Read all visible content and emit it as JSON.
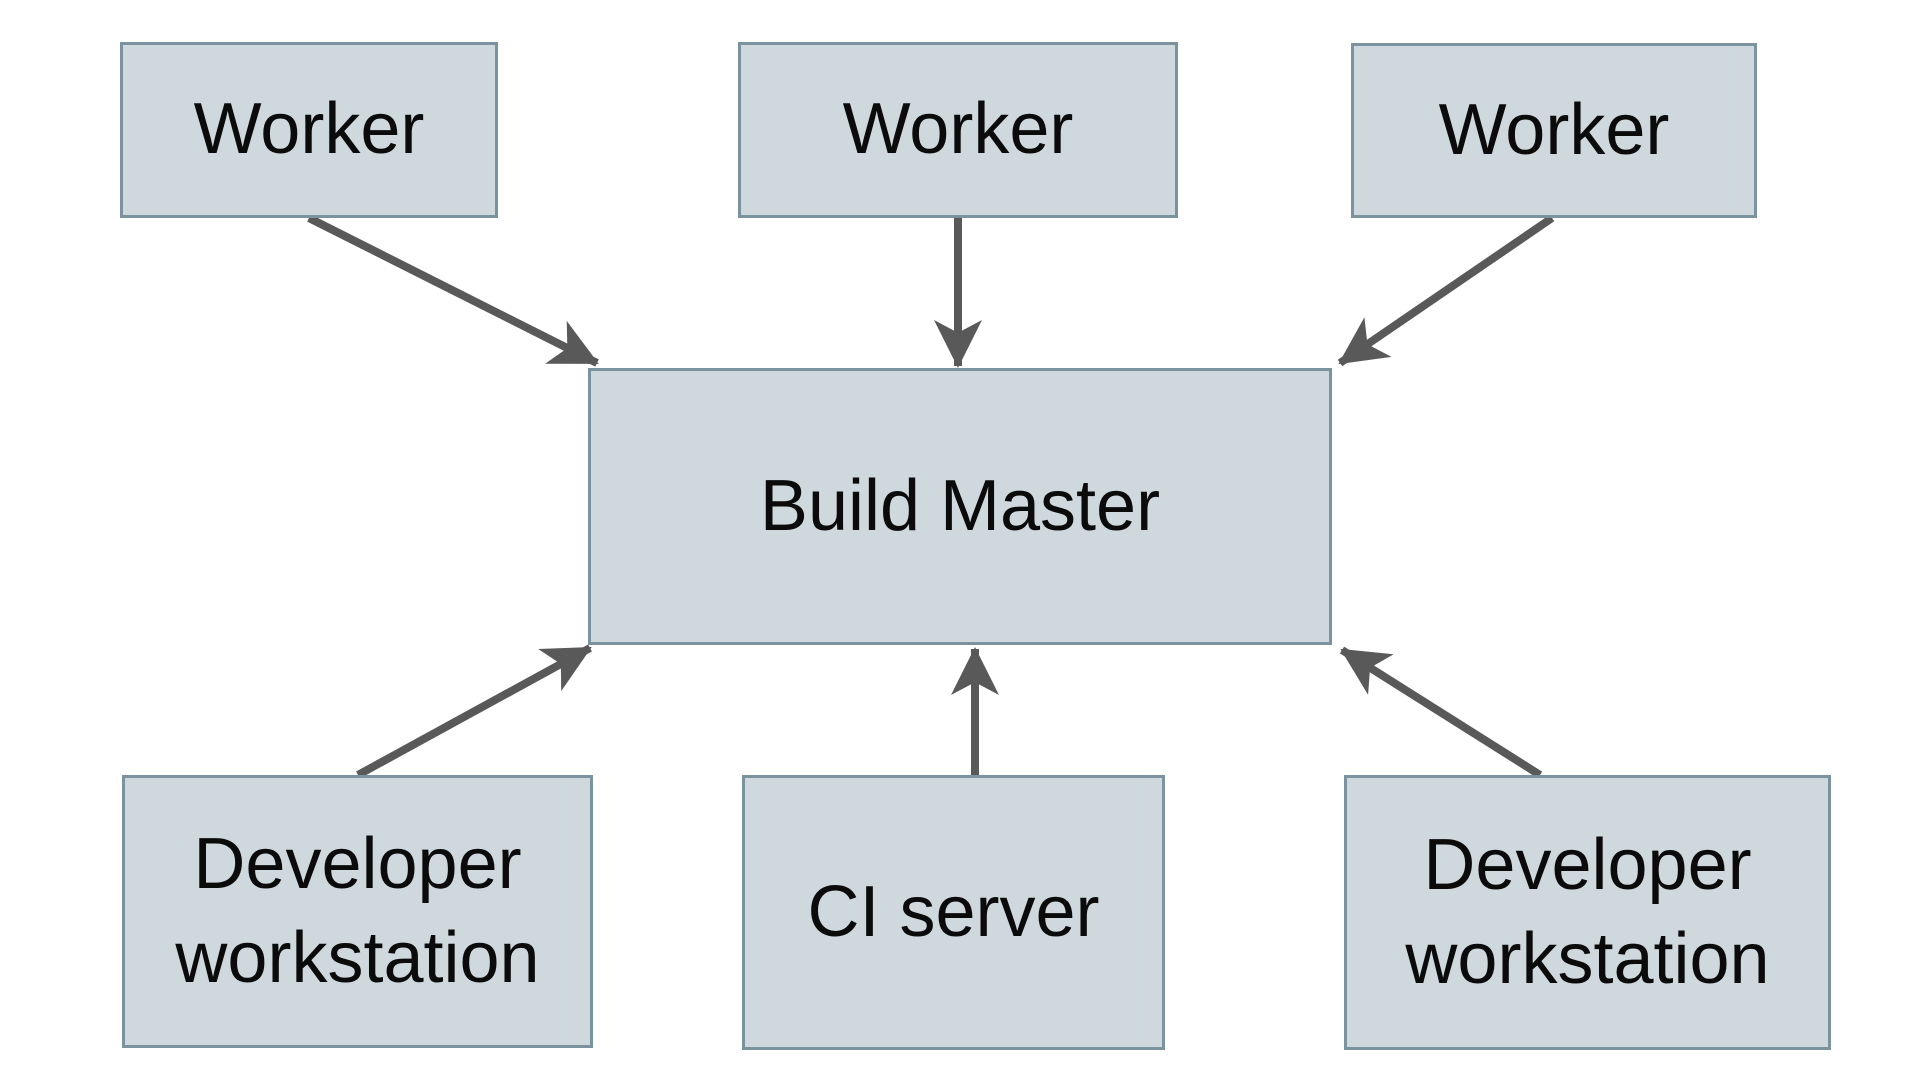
{
  "diagram": {
    "nodes": [
      {
        "id": "worker-1",
        "label": "Worker"
      },
      {
        "id": "worker-2",
        "label": "Worker"
      },
      {
        "id": "worker-3",
        "label": "Worker"
      },
      {
        "id": "build-master",
        "label": "Build Master"
      },
      {
        "id": "developer-workstation-left",
        "label": "Developer workstation"
      },
      {
        "id": "ci-server",
        "label": "CI server"
      },
      {
        "id": "developer-workstation-right",
        "label": "Developer workstation"
      }
    ],
    "edges": [
      {
        "from": "worker-1",
        "to": "build-master"
      },
      {
        "from": "worker-2",
        "to": "build-master"
      },
      {
        "from": "worker-3",
        "to": "build-master"
      },
      {
        "from": "developer-workstation-left",
        "to": "build-master"
      },
      {
        "from": "ci-server",
        "to": "build-master"
      },
      {
        "from": "developer-workstation-right",
        "to": "build-master"
      }
    ],
    "colors": {
      "background": "#ffffff",
      "node_fill": "#cfd8dc",
      "node_border": "#7a939e",
      "arrow": "#595959",
      "text": "#0b0b0b"
    }
  }
}
